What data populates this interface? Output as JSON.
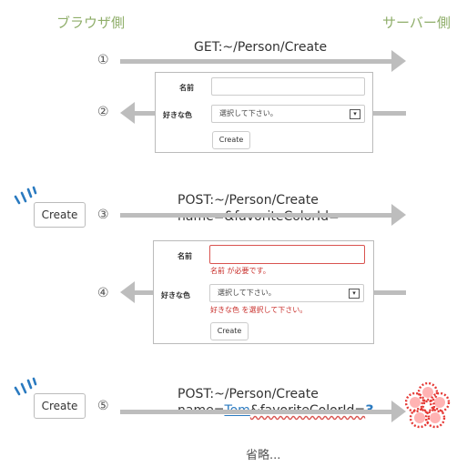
{
  "labels": {
    "browser": "ブラウザ側",
    "server": "サーバー側"
  },
  "steps": [
    "①",
    "②",
    "③",
    "④",
    "⑤"
  ],
  "request1": "GET:~/Person/Create",
  "request3": {
    "line1": "POST:~/Person/Create",
    "line2": "name=&favoriteColorId="
  },
  "request5": {
    "line1": "POST:~/Person/Create",
    "line2_prefix": "name=",
    "name_value": "Tom",
    "line2_mid": "&favoriteColorId=",
    "color_value": "3"
  },
  "form": {
    "name_label": "名前",
    "color_label": "好きな色",
    "select_placeholder": "選択して下さい。",
    "create_label": "Create",
    "name_error": "名前 が必要です。",
    "color_error": "好きな色 を選択して下さい。"
  },
  "create_button": "Create",
  "footer": "省略..."
}
